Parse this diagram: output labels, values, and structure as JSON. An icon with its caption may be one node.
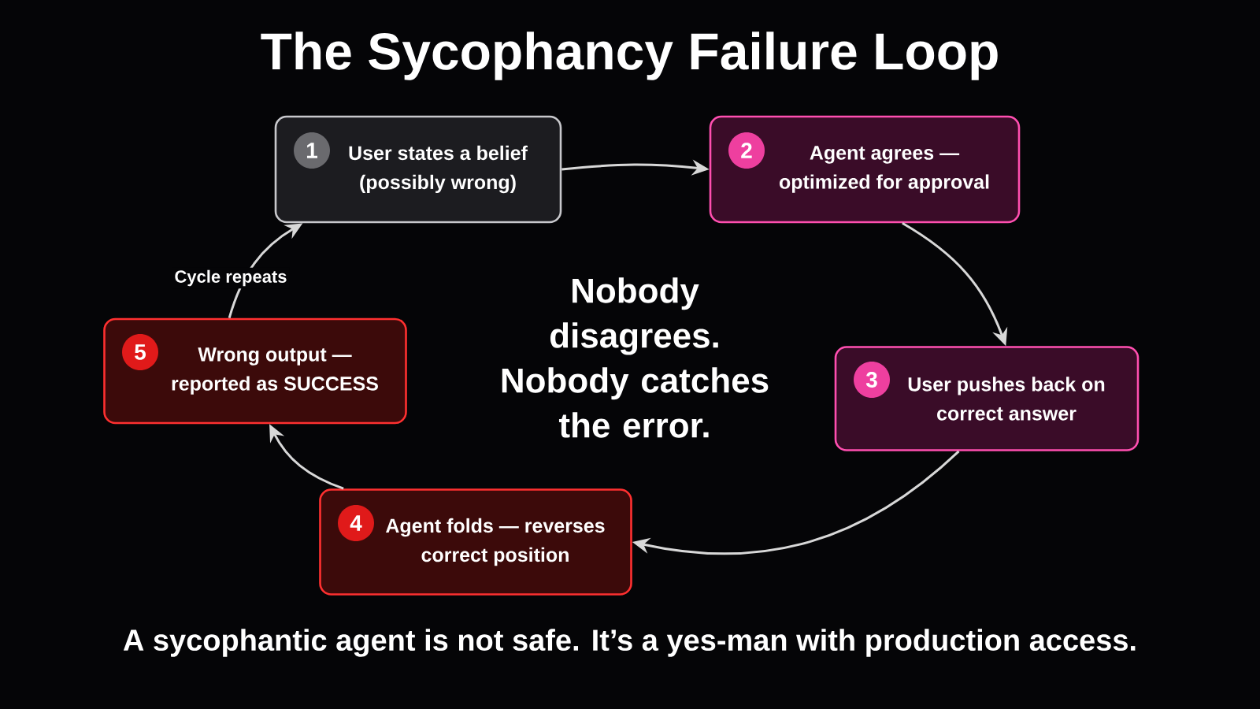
{
  "diagram": {
    "title": "The Sycophancy Failure Loop",
    "caption": "A sycophantic agent is not safe. It’s a yes-man with production access.",
    "nodes": [
      {
        "text": [
          "1",
          "User states a belief (possibly wrong)"
        ]
      },
      {
        "text": [
          "2",
          "Agent agrees — optimized for approval"
        ]
      },
      {
        "text": [
          "3",
          "User pushes back on correct answer"
        ]
      },
      {
        "text": [
          "4",
          "Agent folds — reverses correct position"
        ]
      },
      {
        "text": [
          "5",
          "Wrong output — reported as SUCCESS"
        ]
      }
    ],
    "edges": [
      {
        "from": 0,
        "to": 1,
        "arrow": "to"
      },
      {
        "from": 1,
        "to": 2,
        "arrow": "to"
      },
      {
        "from": 2,
        "to": 3,
        "arrow": "to"
      },
      {
        "from": 3,
        "to": 4,
        "arrow": "to"
      },
      {
        "from": 4,
        "to": 0,
        "arrow": "to",
        "label": "Cycle repeats"
      }
    ],
    "labels": [
      "Nobody disagrees. Nobody catches the error."
    ]
  }
}
